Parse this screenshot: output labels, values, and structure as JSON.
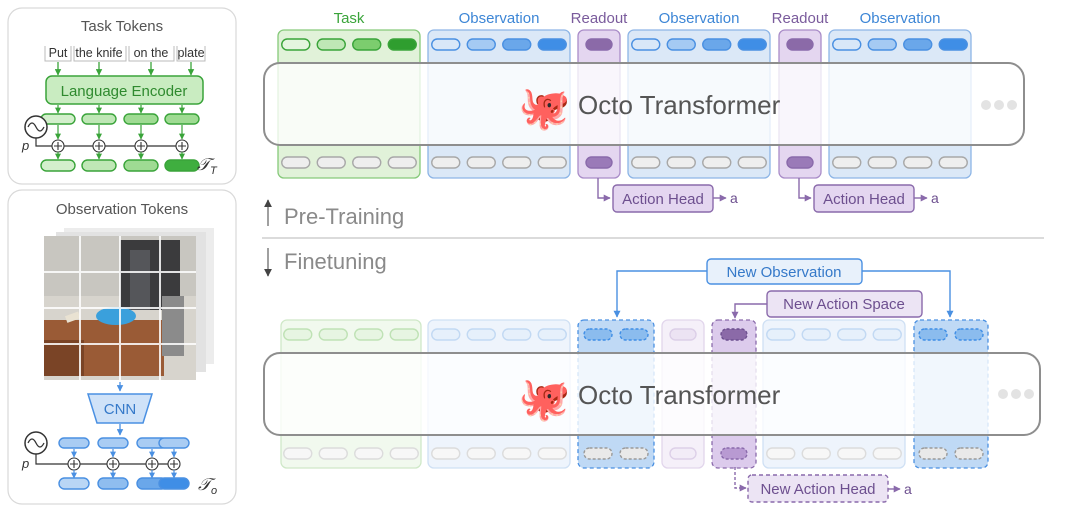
{
  "task_tokens_panel": {
    "title": "Task Tokens",
    "words": [
      "Put",
      "the knife",
      "on the",
      "plate"
    ],
    "encoder_label": "Language Encoder",
    "pos_label": "p",
    "set_label": "𝒯",
    "set_sub": "T"
  },
  "observation_tokens_panel": {
    "title": "Observation Tokens",
    "cnn_label": "CNN",
    "pos_label": "p",
    "set_label": "𝒯",
    "set_sub": "o"
  },
  "pretraining": {
    "group_labels": [
      "Task",
      "Observation",
      "Readout",
      "Observation",
      "Readout",
      "Observation"
    ],
    "transformer_label": "Octo Transformer",
    "action_head_label": "Action Head",
    "action_output": "a",
    "stage_label": "Pre-Training"
  },
  "finetuning": {
    "stage_label": "Finetuning",
    "new_observation_label": "New Observation",
    "new_action_space_label": "New Action Space",
    "transformer_label": "Octo Transformer",
    "new_action_head_label": "New Action Head",
    "action_output": "a"
  },
  "octopus_emoji": "🐙",
  "colors": {
    "task_green": "#3aa43a",
    "task_fill": "#e1f2d9",
    "obs_blue": "#4a90e2",
    "obs_fill": "#dbe8f7",
    "readout_purple": "#8a6aab",
    "readout_fill": "#e4d6f0",
    "gray_token": "#d8d8d8"
  }
}
